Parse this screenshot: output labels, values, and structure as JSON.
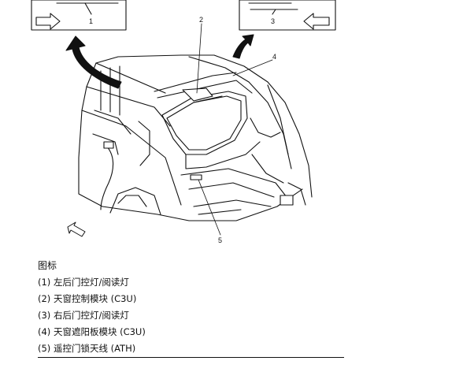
{
  "callouts": [
    "1",
    "2",
    "3",
    "4",
    "5"
  ],
  "legend": {
    "title": "图标",
    "items": [
      "(1) 左后门控灯/阅读灯",
      "(2) 天窗控制模块 (C3U)",
      "(3) 右后门控灯/阅读灯",
      "(4) 天窗遮阳板模块 (C3U)",
      "(5) 遥控门锁天线 (ATH)"
    ]
  },
  "colors": {
    "ink": "#111111",
    "paper": "#ffffff"
  },
  "icons": [
    "forward-arrow-icon",
    "direction-arrow-icon"
  ]
}
